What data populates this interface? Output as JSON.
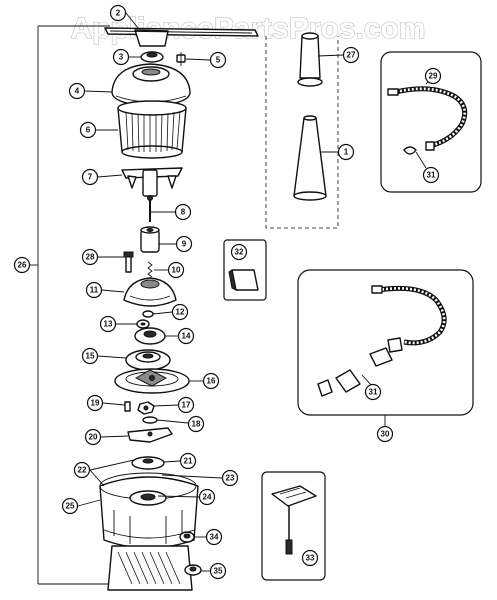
{
  "watermark": "AppliancePartsPros.com",
  "callouts": {
    "c1": "1",
    "c2": "2",
    "c3": "3",
    "c4": "4",
    "c5": "5",
    "c6": "6",
    "c7": "7",
    "c8": "8",
    "c9": "9",
    "c10": "10",
    "c11": "11",
    "c12": "12",
    "c13": "13",
    "c14": "14",
    "c15": "15",
    "c16": "16",
    "c17": "17",
    "c18": "18",
    "c19": "19",
    "c20": "20",
    "c21": "21",
    "c22": "22",
    "c23": "23",
    "c24": "24",
    "c25": "25",
    "c26": "26",
    "c27": "27",
    "c28": "28",
    "c29": "29",
    "c30": "30",
    "c31a": "31",
    "c31b": "31",
    "c32": "32",
    "c33": "33",
    "c34": "34",
    "c35": "35"
  }
}
